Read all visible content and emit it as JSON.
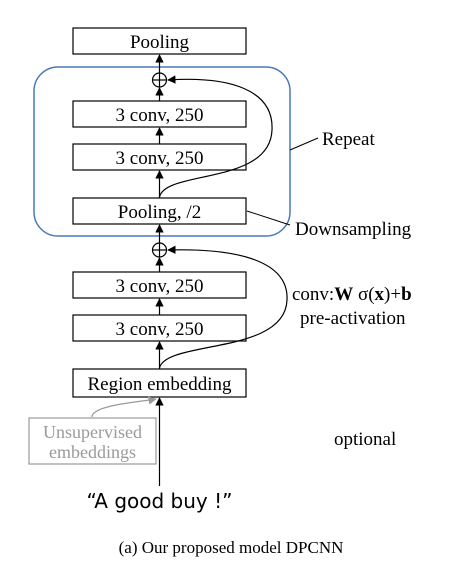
{
  "diagram": {
    "blocks": {
      "pooling_top": "Pooling",
      "conv_upper_1": "3 conv, 250",
      "conv_upper_2": "3 conv, 250",
      "pooling_half": "Pooling, /2",
      "conv_lower_1": "3 conv, 250",
      "conv_lower_2": "3 conv, 250",
      "region_embedding": "Region embedding",
      "unsupervised_line1": "Unsupervised",
      "unsupervised_line2": "embeddings"
    },
    "labels": {
      "repeat": "Repeat",
      "downsampling": "Downsampling",
      "conv_prefix": "conv:",
      "conv_w": "W",
      "conv_sigma": " σ(",
      "conv_x": "x",
      "conv_plus": ")+",
      "conv_b": "b",
      "pre_activation": "pre-activation",
      "optional": "optional",
      "input_text": "“A good buy !”",
      "caption": "(a)  Our proposed model DPCNN"
    },
    "colors": {
      "stroke": "#000000",
      "repeat_box": "#4a7ab5",
      "optional_gray": "#9a9a9a",
      "background": "#ffffff"
    },
    "icons": {
      "add": "circled-plus-icon"
    }
  }
}
